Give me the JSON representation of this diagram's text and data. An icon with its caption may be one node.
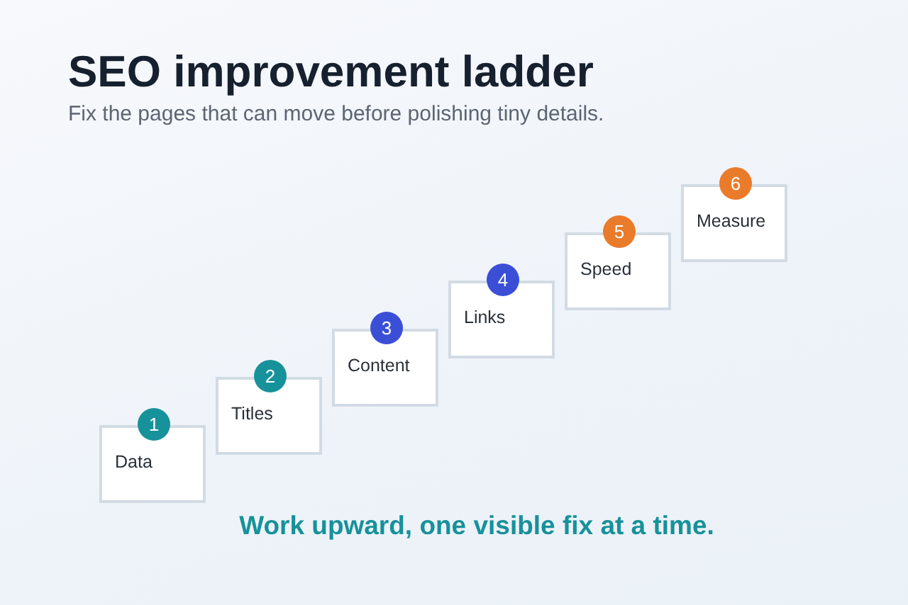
{
  "diagram": {
    "title": "SEO improvement ladder",
    "caption": "Work upward, one visible fix at a time.",
    "nodes": [
      {
        "text": [
          "1"
        ]
      },
      {
        "text": [
          "Data"
        ]
      },
      {
        "text": [
          "2"
        ]
      },
      {
        "text": [
          "Titles"
        ]
      },
      {
        "text": [
          "3"
        ]
      },
      {
        "text": [
          "Content"
        ]
      },
      {
        "text": [
          "4"
        ]
      },
      {
        "text": [
          "Links"
        ]
      },
      {
        "text": [
          "5"
        ]
      },
      {
        "text": [
          "Speed"
        ]
      },
      {
        "text": [
          "6"
        ]
      },
      {
        "text": [
          "Measure"
        ]
      }
    ],
    "edges": [],
    "labels": [
      "Fix the pages that can move before polishing tiny details."
    ]
  }
}
